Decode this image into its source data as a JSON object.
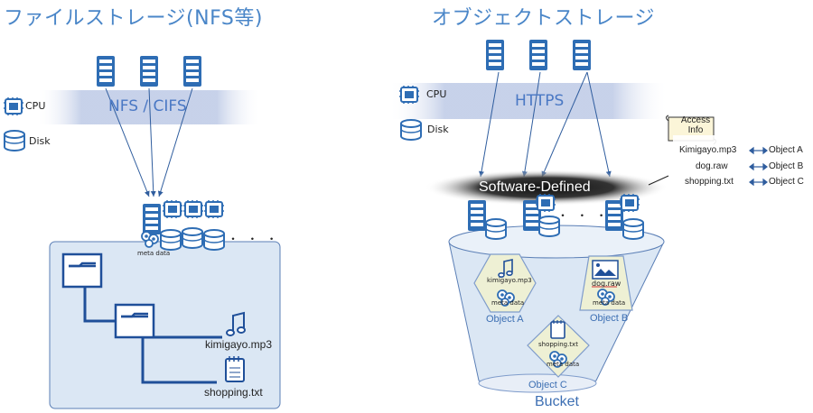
{
  "left": {
    "title": "ファイルストレージ(NFS等)",
    "protocol": "NFS / CIFS",
    "legend": {
      "cpu": "CPU",
      "disk": "Disk"
    },
    "meta": "meta data",
    "dots": "・ ・ ・",
    "files": [
      "kimigayo.mp3",
      "shopping.txt"
    ]
  },
  "right": {
    "title": "オブジェクトストレージ",
    "protocol": "HTTPS",
    "legend": {
      "cpu": "CPU",
      "disk": "Disk"
    },
    "software": "Software-Defined",
    "dots": "・ ・ ・",
    "access_title": [
      "Access",
      "Info"
    ],
    "access_rows": [
      {
        "file": "Kimigayo.mp3",
        "object": "Object A"
      },
      {
        "file": "dog.raw",
        "object": "Object B"
      },
      {
        "file": "shopping.txt",
        "object": "Object C"
      }
    ],
    "objects": [
      {
        "file": "kimigayo.mp3",
        "meta": "meta data",
        "label": "Object A"
      },
      {
        "file": "dog.raw",
        "meta": "meta data",
        "label": "Object B"
      },
      {
        "file": "shopping.txt",
        "meta": "meta data",
        "label": "Object C"
      }
    ],
    "bucket": "Bucket"
  },
  "colors": {
    "accent": "#4a86c8",
    "panel": "#dbe7f4",
    "server": "#2e6db4",
    "line": "#2f5d9e"
  }
}
